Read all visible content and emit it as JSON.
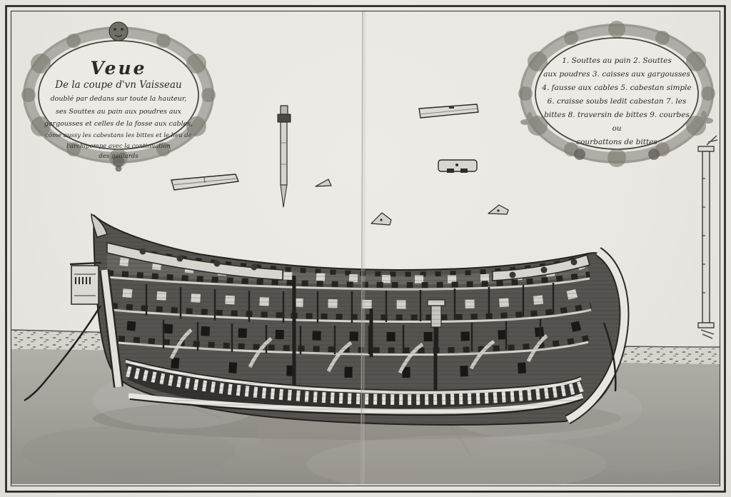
{
  "page": {
    "colors": {
      "paper": "#eae8e3",
      "ink": "#2b2a27",
      "ground_wash": "#a5a29b"
    }
  },
  "title_cartouche": {
    "title": "Veue",
    "subtitle": "De la coupe d'vn Vaisseau",
    "lines": [
      "doublé par dedans sur toute la hauteur,",
      "ses Souttes au pain aux poudres aux",
      "gargousses et celles de la fosse aux cables,",
      "côme aussy les cabestans les bittes et le lieu de",
      "l'archipompe avec la continuation",
      "des gaillards"
    ]
  },
  "legend_cartouche": {
    "lines": [
      "1. Souttes au  pain 2. Souttes",
      "aux poudres 3. caisses aux gargousses",
      "4. fausse aux cables 5. cabestan simple",
      "6. craisse soubs ledit cabestan 7. les",
      "bittes 8. traversin de bittes 9. courbes ou",
      "courbattons de bittes"
    ]
  },
  "illustration": {
    "main": "ship-longitudinal-cutaway",
    "details": [
      "capstan-spindle",
      "long-beam",
      "angled-beam",
      "notched-bitt-crosspiece",
      "wedge-chock-1",
      "wedge-chock-2",
      "wedge-chock-3",
      "vertical-bitt-post"
    ]
  }
}
